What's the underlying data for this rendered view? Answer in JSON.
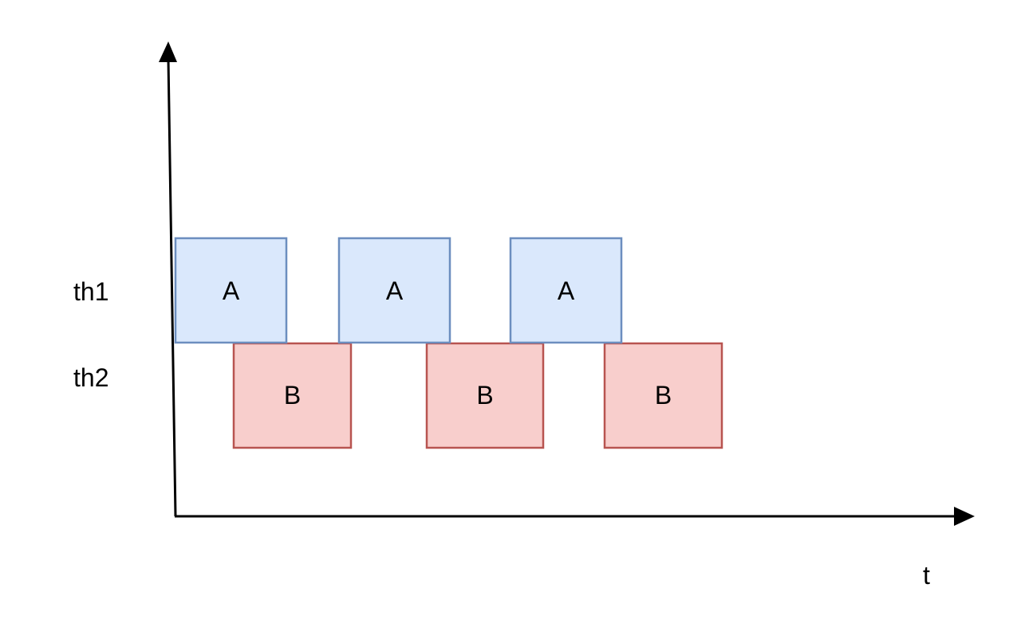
{
  "diagram": {
    "row_labels": {
      "th1": "th1",
      "th2": "th2"
    },
    "x_axis_label": "t",
    "colors": {
      "a_fill": "#dae8fc",
      "a_stroke": "#6c8ebf",
      "b_fill": "#f8cecc",
      "b_stroke": "#b85450",
      "axis": "#000000"
    },
    "blocks_th1": [
      {
        "label": "A"
      },
      {
        "label": "A"
      },
      {
        "label": "A"
      }
    ],
    "blocks_th2": [
      {
        "label": "B"
      },
      {
        "label": "B"
      },
      {
        "label": "B"
      }
    ]
  }
}
